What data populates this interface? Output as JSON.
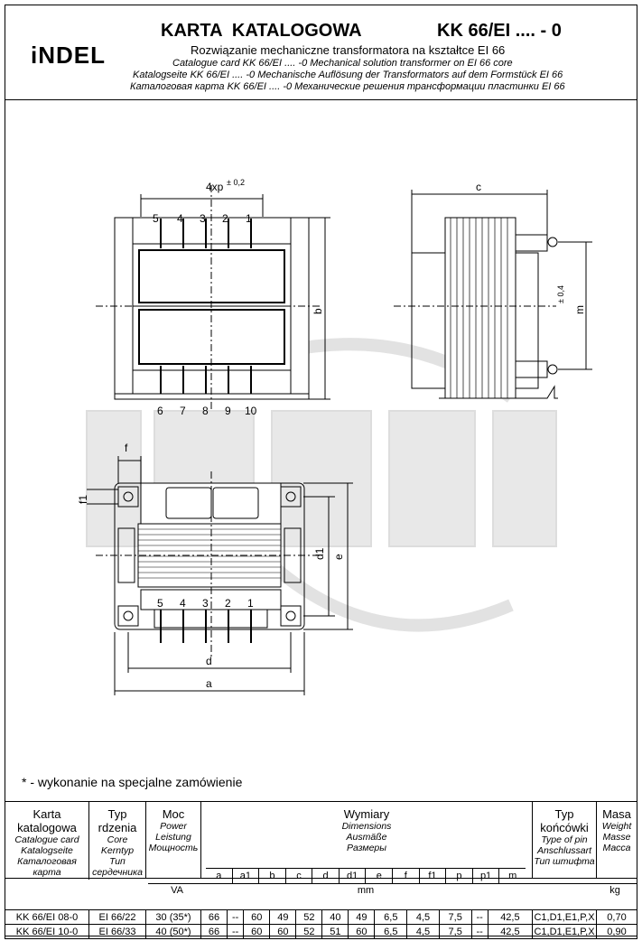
{
  "header": {
    "logo": "iNDEL",
    "title": "KARTA  KATALOGOWA",
    "code": "KK 66/EI .... - 0",
    "subtitle_pl": "Rozwiązanie mechaniczne transformatora na kształtce EI 66",
    "subtitle_en": "Catalogue card KK 66/EI .... -0  Mechanical solution transformer on EI 66 core",
    "subtitle_de": "Katalogseite KK 66/EI .... -0  Mechanische Auflösung der Transformators auf dem Formstück EI 66",
    "subtitle_ru": "Каталоговая карта KK 66/EI .... -0  Механические решения трансформации пластинки EI 66"
  },
  "drawing": {
    "pitch_label": "4xp",
    "pitch_tol": "± 0,2",
    "pins_top": [
      "5",
      "4",
      "3",
      "2",
      "1"
    ],
    "pins_bottom": [
      "6",
      "7",
      "8",
      "9",
      "10"
    ],
    "pins_plan": [
      "5",
      "4",
      "3",
      "2",
      "1"
    ],
    "dim_b": "b",
    "dim_c": "c",
    "dim_m": "m",
    "dim_m_tol": "± 0,4",
    "dim_f": "f",
    "dim_f1": "f1",
    "dim_d1": "d1",
    "dim_e": "e",
    "dim_d": "d",
    "dim_a": "a"
  },
  "footnote": "* - wykonanie na specjalne zamówienie",
  "table": {
    "h_card": [
      "Karta",
      "katalogowa",
      "Catalogue card",
      "Katalogseite",
      "Каталоговая",
      "карта"
    ],
    "h_core": [
      "Typ",
      "rdzenia",
      "Core",
      "Kerntyp",
      "Тип",
      "сердечника"
    ],
    "h_power": [
      "Moc",
      "Power",
      "Leistung",
      "Мощность"
    ],
    "h_dims": [
      "Wymiary",
      "Dimensions",
      "Ausmäße",
      "Размеры"
    ],
    "h_pin": [
      "Typ",
      "końcówki",
      "Type of pin",
      "Anschlussart",
      "Тип штифта"
    ],
    "h_mass": [
      "Masa",
      "Weight",
      "Masse",
      "Масса"
    ],
    "dim_cols": [
      "a",
      "a1",
      "b",
      "c",
      "d",
      "d1",
      "e",
      "f",
      "f1",
      "p",
      "p1",
      "m"
    ],
    "unit_power": "VA",
    "unit_dims": "mm",
    "unit_mass": "kg",
    "rows": [
      [
        "KK 66/EI 08-0",
        "EI 66/22",
        "30  (35*)",
        "66",
        "--",
        "60",
        "49",
        "52",
        "40",
        "49",
        "6,5",
        "4,5",
        "7,5",
        "--",
        "42,5",
        "C1,D1,E1,P,X",
        "0,70"
      ],
      [
        "KK 66/EI 10-0",
        "EI 66/33",
        "40  (50*)",
        "66",
        "--",
        "60",
        "60",
        "52",
        "51",
        "60",
        "6,5",
        "4,5",
        "7,5",
        "--",
        "42,5",
        "C1,D1,E1,P,X",
        "0,90"
      ]
    ]
  }
}
